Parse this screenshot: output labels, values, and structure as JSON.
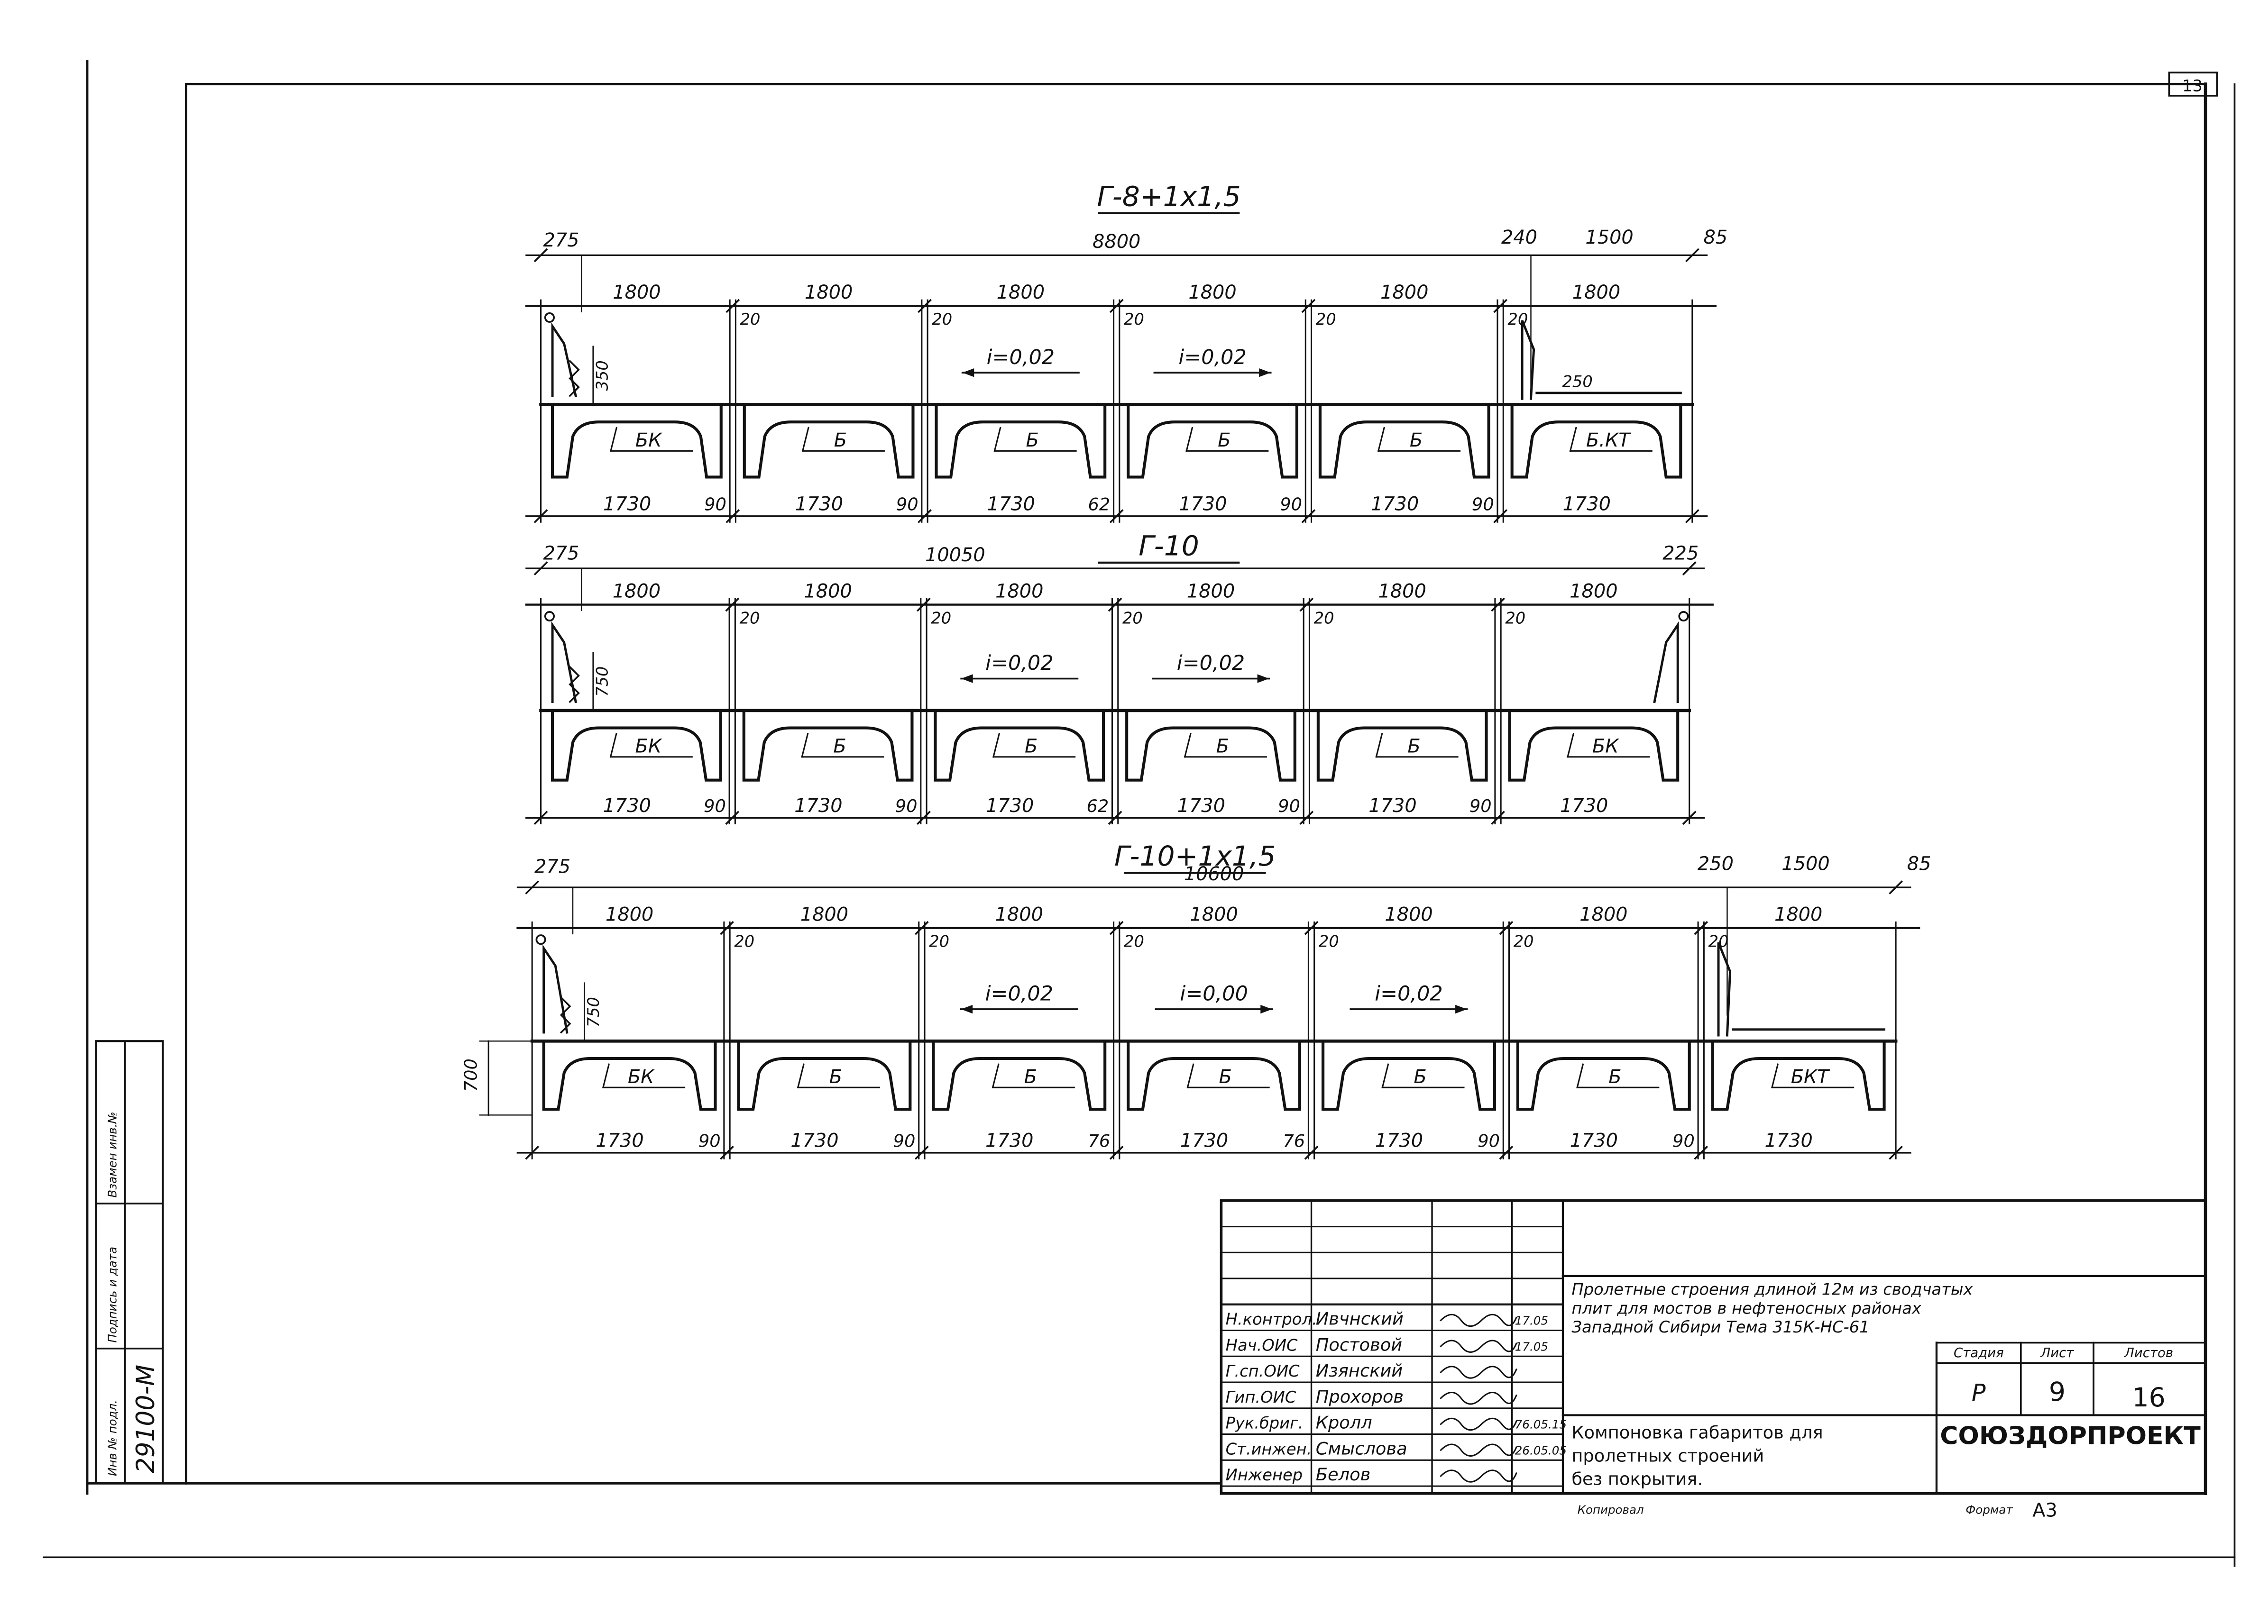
{
  "sheet_number": "13",
  "sections": [
    {
      "title": "Г-8+1х1,5",
      "total_width": "8800",
      "top_dims": [
        "275",
        "240",
        "1500",
        "85"
      ],
      "slab_spans": [
        "1800",
        "1800",
        "1800",
        "1800",
        "1800",
        "1800"
      ],
      "joints": [
        "20",
        "20",
        "20",
        "20",
        "20"
      ],
      "curb_height": "350",
      "extra_dim": "250",
      "slopes": [
        "i=0,02",
        "i=0,02"
      ],
      "beams": [
        "БК",
        "Б",
        "Б",
        "Б",
        "Б",
        "Б.КТ"
      ],
      "bottom": [
        "1730",
        "90",
        "1730",
        "90",
        "1730",
        "62",
        "1730",
        "90",
        "1730",
        "90",
        "1730"
      ]
    },
    {
      "title": "Г-10",
      "total_width": "10050",
      "top_dims": [
        "275",
        "225"
      ],
      "slab_spans": [
        "1800",
        "1800",
        "1800",
        "1800",
        "1800",
        "1800"
      ],
      "joints": [
        "20",
        "20",
        "20",
        "20",
        "20"
      ],
      "curb_height": "750",
      "slopes": [
        "i=0,02",
        "i=0,02"
      ],
      "beams": [
        "БК",
        "Б",
        "Б",
        "Б",
        "Б",
        "БК"
      ],
      "bottom": [
        "1730",
        "90",
        "1730",
        "90",
        "1730",
        "62",
        "1730",
        "90",
        "1730",
        "90",
        "1730"
      ]
    },
    {
      "title": "Г-10+1х1,5",
      "total_width": "10600",
      "top_dims": [
        "275",
        "250",
        "1500",
        "85"
      ],
      "slab_spans": [
        "1800",
        "1800",
        "1800",
        "1800",
        "1800",
        "1800",
        "1800"
      ],
      "joints": [
        "20",
        "20",
        "20",
        "20",
        "20",
        "20"
      ],
      "curb_height": "750",
      "beam_height": "700",
      "slopes": [
        "i=0,02",
        "i=0,00",
        "i=0,02"
      ],
      "beams": [
        "БК",
        "Б",
        "Б",
        "Б",
        "Б",
        "Б",
        "БКТ"
      ],
      "bottom": [
        "1730",
        "90",
        "1730",
        "90",
        "1730",
        "76",
        "1730",
        "76",
        "1730",
        "90",
        "1730",
        "90",
        "1730"
      ]
    }
  ],
  "side_stamp": {
    "labels": [
      "Инв № подл.",
      "Подпись и дата",
      "Взамен инв.№"
    ],
    "inv_number": "29100-М"
  },
  "title_block": {
    "signatures": [
      {
        "role": "Н.контрол.",
        "name": "Ивчнский",
        "date": "17.05"
      },
      {
        "role": "Нач.ОИС",
        "name": "Постовой",
        "date": "17.05"
      },
      {
        "role": "Г.сп.ОИС",
        "name": "Изянский",
        "date": ""
      },
      {
        "role": "Гип.ОИС",
        "name": "Прохоров",
        "date": ""
      },
      {
        "role": "Рук.бриг.",
        "name": "Кролл",
        "date": "76.05.15"
      },
      {
        "role": "Ст.инжен.",
        "name": "Смыслова",
        "date": "26.05.05"
      },
      {
        "role": "Инженер",
        "name": "Белов",
        "date": ""
      }
    ],
    "project_lines": [
      "Пролетные строения длиной 12м из сводчатых",
      "плит для мостов в нефтеносных районах",
      "Западной Сибири  Тема 315К-НС-61"
    ],
    "sheet_lines": [
      "Компоновка габаритов для",
      "пролетных строений",
      "без покрытия."
    ],
    "stage_label": "Стадия",
    "sheet_label": "Лист",
    "sheets_label": "Листов",
    "stage": "Р",
    "sheet": "9",
    "sheets": "16",
    "organization": "СОЮЗДОРПРОЕКТ",
    "copied_label": "Копировал",
    "format_label": "Формат",
    "format": "А3"
  }
}
